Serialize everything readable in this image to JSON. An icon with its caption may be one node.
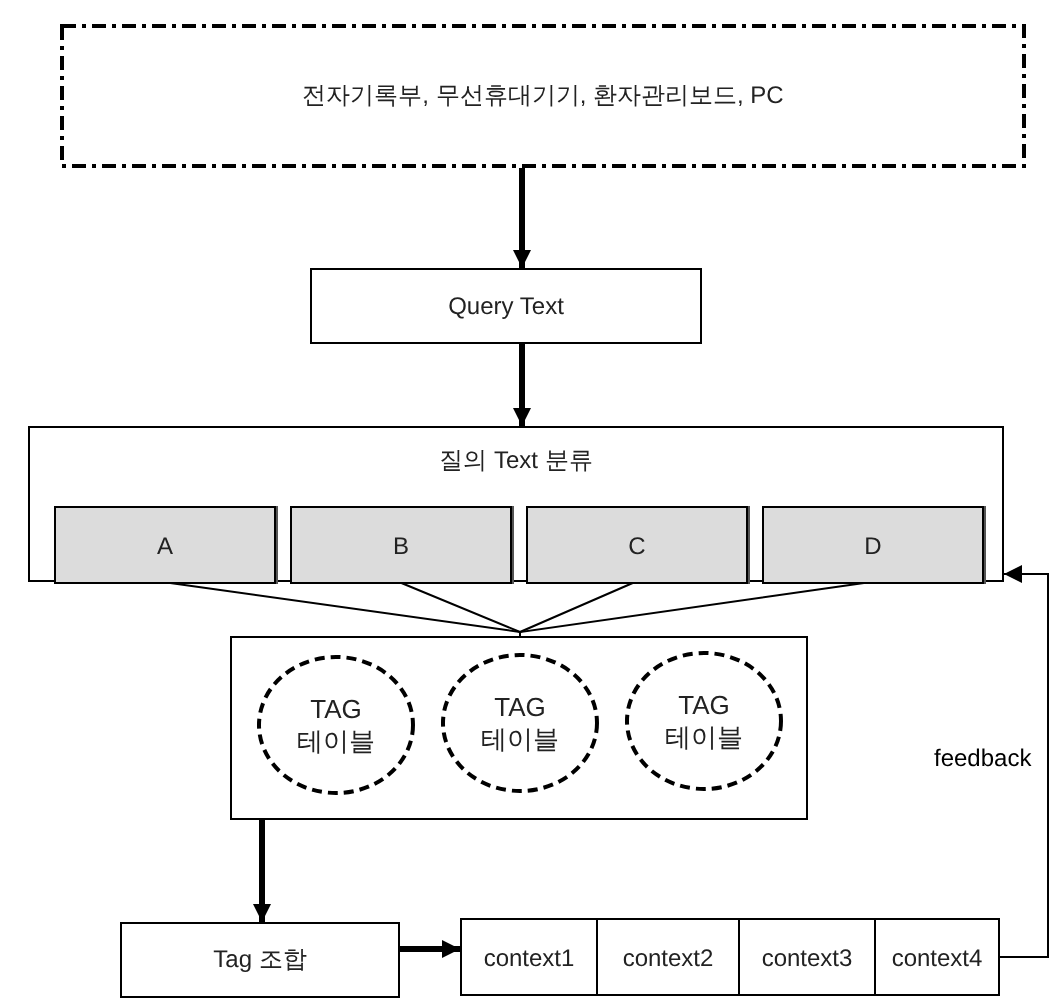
{
  "diagram": {
    "nodes": [
      {
        "text": [
          "전자기록부, 무선휴대기기, 환자관리보드, PC"
        ]
      },
      {
        "text": [
          "Query Text"
        ]
      },
      {
        "text": [
          "질의 Text  분류"
        ]
      },
      {
        "text": [
          "A"
        ],
        "in": 2
      },
      {
        "text": [
          "B"
        ],
        "in": 2
      },
      {
        "text": [
          "C"
        ],
        "in": 2
      },
      {
        "text": [
          "D"
        ],
        "in": 2
      },
      {
        "text": [],
        "shape": "box"
      },
      {
        "text": [
          "TAG 테이블"
        ],
        "in": 7
      },
      {
        "text": [
          "TAG 테이블"
        ],
        "in": 7
      },
      {
        "text": [
          "TAG 테이블"
        ],
        "in": 7
      },
      {
        "text": [
          "Tag 조합"
        ]
      },
      {
        "text": [
          "context1"
        ]
      },
      {
        "text": [
          "context2"
        ]
      },
      {
        "text": [
          "context3"
        ]
      },
      {
        "text": [
          "context4"
        ]
      }
    ],
    "edges": [
      {
        "from": 0,
        "to": 1,
        "arrow": "to",
        "style": "thick"
      },
      {
        "from": 1,
        "to": 2,
        "arrow": "to",
        "style": "thick"
      },
      {
        "from": 3,
        "to": 7,
        "arrow": "none"
      },
      {
        "from": 4,
        "to": 7,
        "arrow": "none"
      },
      {
        "from": 5,
        "to": 7,
        "arrow": "none"
      },
      {
        "from": 6,
        "to": 7,
        "arrow": "none"
      },
      {
        "from": 7,
        "to": 11,
        "arrow": "to",
        "style": "thick"
      },
      {
        "from": 11,
        "to": 12,
        "arrow": "to",
        "style": "thick"
      },
      {
        "from": 15,
        "to": 2,
        "arrow": "to",
        "label": "feedback"
      }
    ]
  }
}
